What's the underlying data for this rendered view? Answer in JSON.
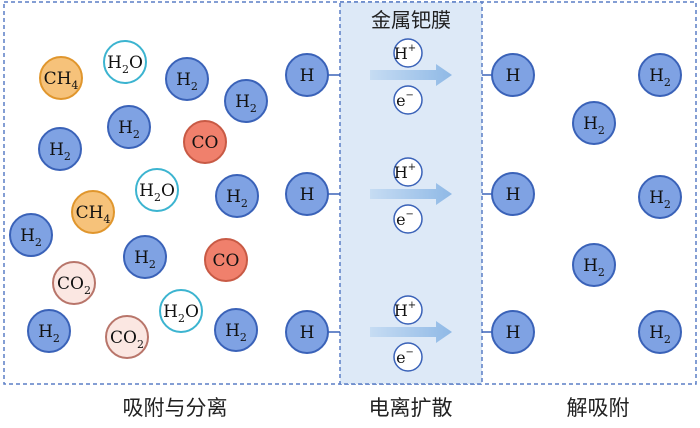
{
  "membrane_title": "金属钯膜",
  "captions": {
    "left": "吸附与分离",
    "middle": "电离扩散",
    "right": "解吸附"
  },
  "labels": {
    "H": "H",
    "H2": "H",
    "H2O": "H",
    "CH4": "CH",
    "CO": "CO",
    "CO2": "CO",
    "Hplus": "H",
    "e": "e",
    "sub2": "2",
    "sub4": "4",
    "O": "O",
    "plus": "+",
    "minus": "−"
  },
  "colors": {
    "h_fill": "#7fa2e3",
    "h_stroke": "#3a62b8",
    "co_fill": "#f0806c",
    "co_stroke": "#c85a45",
    "ch4_fill": "#f6c27a",
    "ch4_stroke": "#e0962d",
    "h2o_fill": "#ffffff",
    "h2o_stroke": "#3cb4d0",
    "co2_fill": "#fbe7e2",
    "co2_stroke": "#b8756a",
    "membrane_fill": "#dde9f7",
    "membrane_stroke": "#5b7fc6",
    "arrow": "#9cc2e9",
    "ion_stroke": "#3a62b8"
  }
}
